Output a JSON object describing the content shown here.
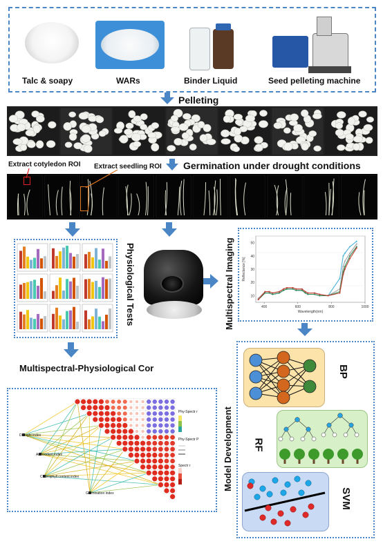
{
  "materials": [
    {
      "label": "Talc & soapy"
    },
    {
      "label": "WARs"
    },
    {
      "label": "Binder Liquid"
    },
    {
      "label": "Seed pelleting machine"
    }
  ],
  "steps": {
    "pelleting": "Pelleting",
    "germination": "Germination under drought conditions",
    "roi_cotyledon": "Extract cotyledon ROI",
    "roi_seedling": "Extract seedling ROI",
    "physiological": "Physiological Tests",
    "multispectral": "Multispectral Imaging",
    "correlation": "Multispectral-Physiological Cor",
    "model_dev": "Model Development"
  },
  "spectrum_chart": {
    "ylabel": "Reflectance [%]",
    "xlabel": "Wavelength(nm)",
    "xticks": [
      "400",
      "600",
      "800",
      "1000"
    ],
    "yticks": [
      "10",
      "20",
      "30",
      "40",
      "50"
    ]
  },
  "correlation_panel": {
    "indices": [
      "Drought index",
      "Antioxidant index",
      "Chlorophyll content index",
      "Germination index"
    ],
    "legend_titles": [
      "Phy-Spectr r",
      "Phy-Spectr P",
      "Spectr r"
    ]
  },
  "models": [
    {
      "label": "BP"
    },
    {
      "label": "RF"
    },
    {
      "label": "SVM"
    }
  ],
  "colors": {
    "border": "#4a86c5",
    "arrow": "#4a86c5",
    "bp_panel": "#fbe3a9",
    "rf_panel": "#d7f0c8",
    "svm_panel": "#c9dbf4"
  }
}
